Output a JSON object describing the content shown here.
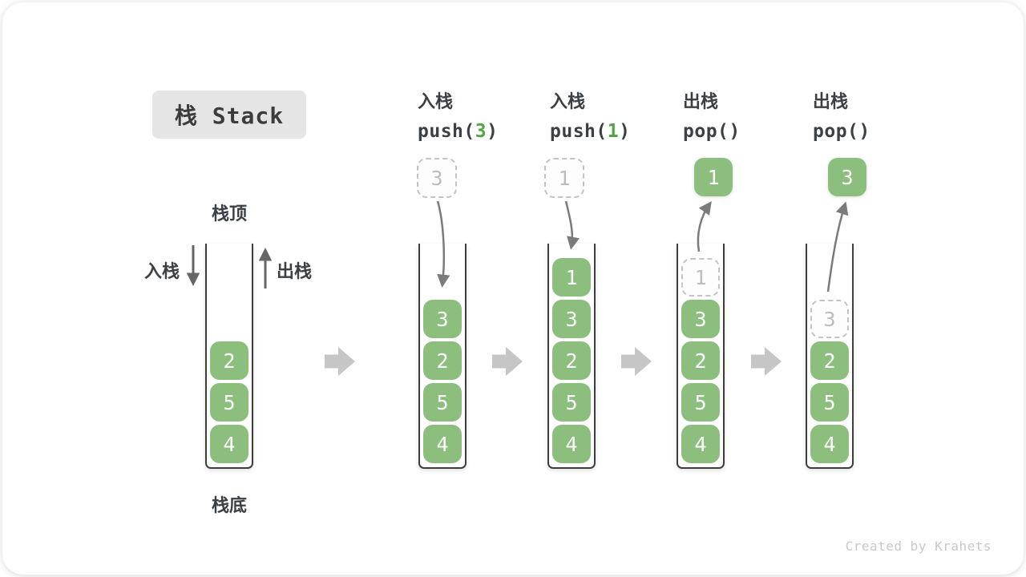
{
  "title": {
    "label": "栈 Stack"
  },
  "legend": {
    "stack_top": "栈顶",
    "stack_bottom": "栈底",
    "push": "入栈",
    "pop": "出栈"
  },
  "initial_stack": {
    "cells": [
      {
        "v": "2",
        "style": "solid"
      },
      {
        "v": "5",
        "style": "solid"
      },
      {
        "v": "4",
        "style": "solid"
      }
    ]
  },
  "operations": [
    {
      "action_label": "入栈",
      "call": {
        "prefix": "push(",
        "arg": "3",
        "suffix": ")"
      },
      "floating": {
        "value": "3",
        "style": "ghost"
      },
      "cells": [
        {
          "v": "3",
          "style": "solid"
        },
        {
          "v": "2",
          "style": "solid"
        },
        {
          "v": "5",
          "style": "solid"
        },
        {
          "v": "4",
          "style": "solid"
        }
      ]
    },
    {
      "action_label": "入栈",
      "call": {
        "prefix": "push(",
        "arg": "1",
        "suffix": ")"
      },
      "floating": {
        "value": "1",
        "style": "ghost"
      },
      "cells": [
        {
          "v": "1",
          "style": "solid"
        },
        {
          "v": "3",
          "style": "solid"
        },
        {
          "v": "2",
          "style": "solid"
        },
        {
          "v": "5",
          "style": "solid"
        },
        {
          "v": "4",
          "style": "solid"
        }
      ]
    },
    {
      "action_label": "出栈",
      "call": {
        "prefix": "pop(",
        "arg": "",
        "suffix": ")"
      },
      "floating": {
        "value": "1",
        "style": "solid"
      },
      "cells": [
        {
          "v": "1",
          "style": "ghost"
        },
        {
          "v": "3",
          "style": "solid"
        },
        {
          "v": "2",
          "style": "solid"
        },
        {
          "v": "5",
          "style": "solid"
        },
        {
          "v": "4",
          "style": "solid"
        }
      ]
    },
    {
      "action_label": "出栈",
      "call": {
        "prefix": "pop(",
        "arg": "",
        "suffix": ")"
      },
      "floating": {
        "value": "3",
        "style": "solid"
      },
      "cells": [
        {
          "v": "3",
          "style": "ghost"
        },
        {
          "v": "2",
          "style": "solid"
        },
        {
          "v": "5",
          "style": "solid"
        },
        {
          "v": "4",
          "style": "solid"
        }
      ]
    }
  ],
  "watermark": "Created by Krahets",
  "colors": {
    "cell_green": "#8CBE7E",
    "arg_green": "#52A345",
    "ink": "#3B4045",
    "ghost_border": "#C3C3C3",
    "ghost_text": "#BDBDBD",
    "wall": "#3E3E3E",
    "thin_arrow": "#7B7B7B",
    "side_arrow": "#666666",
    "chunky": "#C6C6C6",
    "title_bg": "#E5E5E5",
    "watermark": "#C9C9C9"
  }
}
